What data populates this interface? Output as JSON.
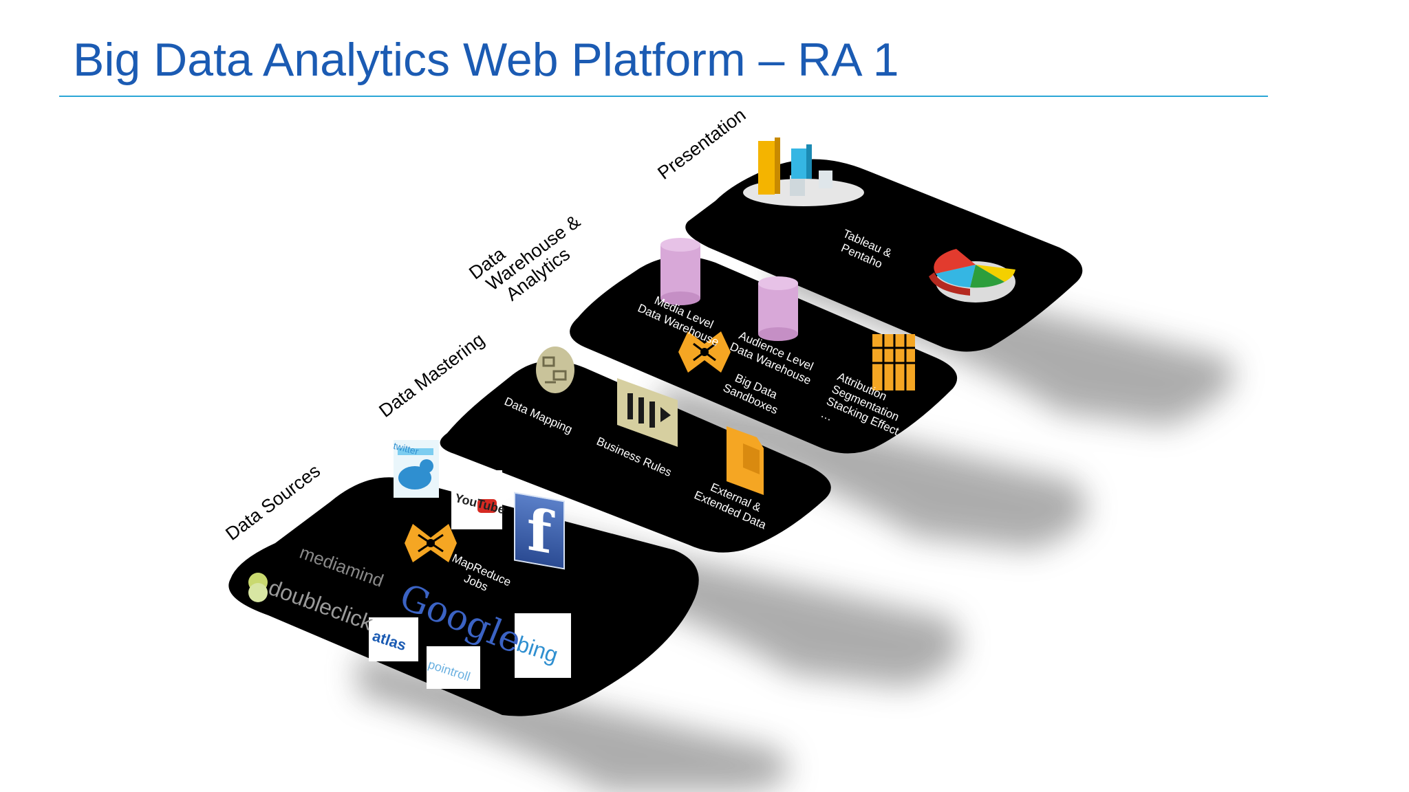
{
  "slide": {
    "title": "Big Data Analytics Web Platform – RA 1",
    "colors": {
      "title": "#1b5bb3",
      "rule": "#2aa6d6",
      "layer_fill": "#000000",
      "cylinder": "#d8a8d8",
      "orange_icon": "#f5a623"
    }
  },
  "layers": [
    {
      "label": "Data Sources",
      "items": [
        {
          "label": "MapReduce\nJobs",
          "icon": "mapreduce-icon"
        }
      ],
      "logos": [
        "mediamind",
        "doubleclick",
        "Google",
        "atlas",
        "pointroll",
        "bing",
        "YouTube",
        "f",
        "twitter"
      ]
    },
    {
      "label": "Data Mastering",
      "items": [
        {
          "label": "Data Mapping",
          "icon": "flowchart-icon"
        },
        {
          "label": "Business Rules",
          "icon": "rules-icon"
        },
        {
          "label": "External &\nExtended Data",
          "icon": "folder-icon"
        }
      ]
    },
    {
      "label_lines": [
        "Data",
        "Warehouse &",
        "Analytics"
      ],
      "items": [
        {
          "label": "Media Level\nData Warehouse",
          "icon": "database-cylinder-icon"
        },
        {
          "label": "Audience Level\nData Warehouse",
          "icon": "database-cylinder-icon"
        },
        {
          "label": "Big Data\nSandboxes",
          "icon": "mapreduce-icon"
        },
        {
          "label": "Attribution\nSegmentation\nStacking Effect\n…",
          "icon": "grid-icon"
        }
      ]
    },
    {
      "label": "Presentation",
      "items": [
        {
          "label": "Tableau &\nPentaho",
          "icon": "bar-chart-icon"
        },
        {
          "label": "",
          "icon": "pie-chart-icon"
        }
      ]
    }
  ]
}
